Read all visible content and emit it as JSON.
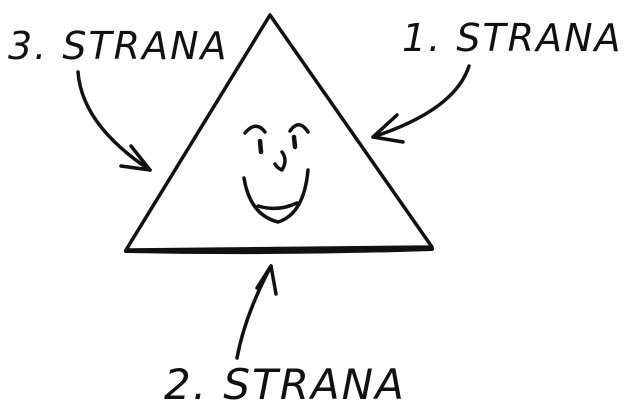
{
  "labels": {
    "side_1": "1. STRANA",
    "side_2": "2. STRANA",
    "side_3": "3. STRANA"
  },
  "colors": {
    "ink": "#111111",
    "background": "#ffffff"
  },
  "shapes": {
    "main": "triangle",
    "face": "smiley-face-icon"
  }
}
